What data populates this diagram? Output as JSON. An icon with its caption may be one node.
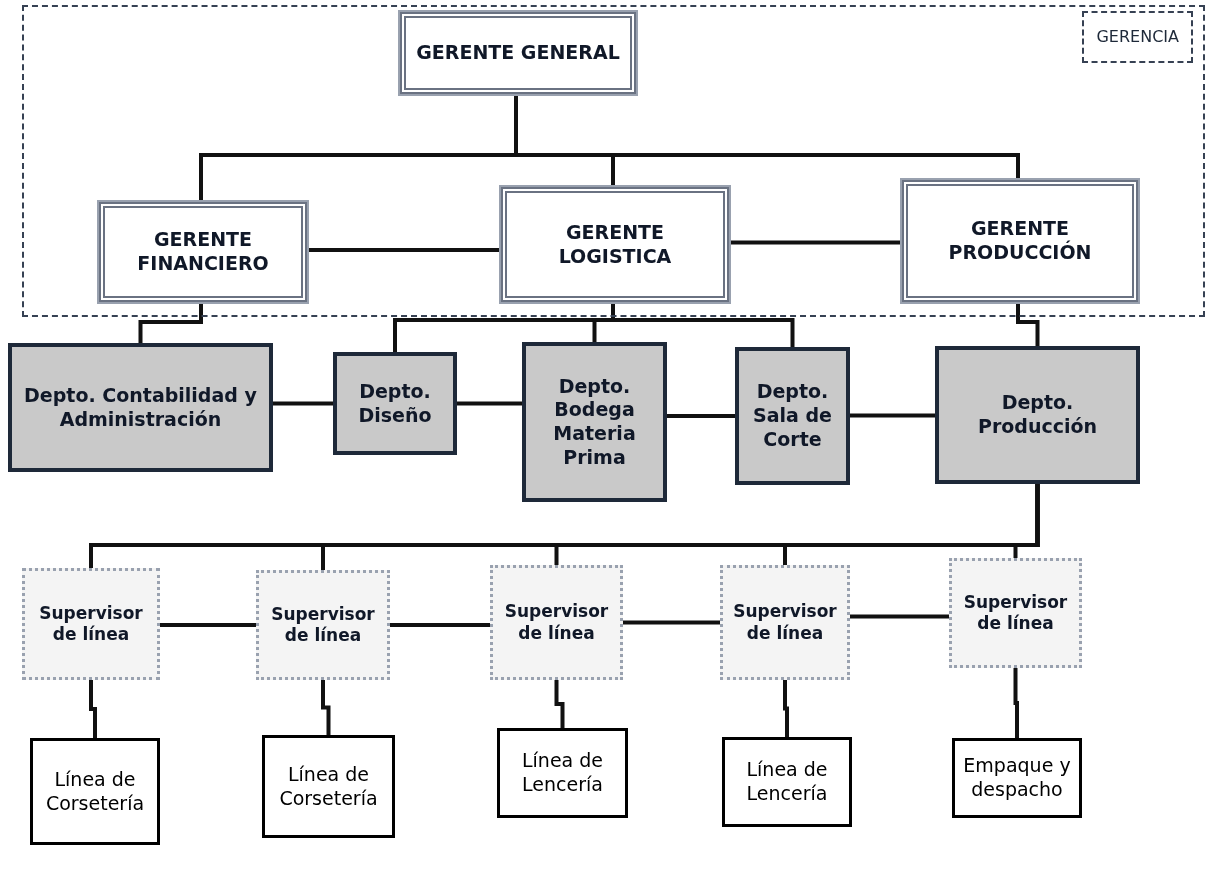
{
  "diagram": {
    "nodes": [
      {
        "text": [
          "GERENCIA"
        ]
      },
      {
        "text": [
          "GERENTE GENERAL"
        ],
        "in": 0
      },
      {
        "text": [
          "GERENTE FINANCIERO"
        ],
        "in": 0
      },
      {
        "text": [
          "GERENTE LOGISTICA"
        ],
        "in": 0
      },
      {
        "text": [
          "GERENTE PRODUCCIÓN"
        ],
        "in": 0
      },
      {
        "text": [
          "Depto. Contabilidad y Administración"
        ]
      },
      {
        "text": [
          "Depto. Diseño"
        ]
      },
      {
        "text": [
          "Depto. Bodega Materia Prima"
        ]
      },
      {
        "text": [
          "Depto. Sala de Corte"
        ]
      },
      {
        "text": [
          "Depto. Producción"
        ]
      },
      {
        "text": [
          "Supervisor de línea"
        ]
      },
      {
        "text": [
          "Supervisor de línea"
        ]
      },
      {
        "text": [
          "Supervisor de línea"
        ]
      },
      {
        "text": [
          "Supervisor de línea"
        ]
      },
      {
        "text": [
          "Supervisor de línea"
        ]
      },
      {
        "text": [
          "Línea de Corsetería"
        ]
      },
      {
        "text": [
          "Línea de Corsetería"
        ]
      },
      {
        "text": [
          "Línea de Lencería"
        ]
      },
      {
        "text": [
          "Línea de Lencería"
        ]
      },
      {
        "text": [
          "Empaque y despacho"
        ]
      }
    ],
    "edges": [
      {
        "from": 1,
        "to": 2,
        "arrow": "none"
      },
      {
        "from": 1,
        "to": 3,
        "arrow": "none"
      },
      {
        "from": 1,
        "to": 4,
        "arrow": "none"
      },
      {
        "from": 2,
        "to": 3,
        "arrow": "none"
      },
      {
        "from": 3,
        "to": 4,
        "arrow": "none"
      },
      {
        "from": 2,
        "to": 5,
        "arrow": "none"
      },
      {
        "from": 3,
        "to": 6,
        "arrow": "none"
      },
      {
        "from": 3,
        "to": 7,
        "arrow": "none"
      },
      {
        "from": 3,
        "to": 8,
        "arrow": "none"
      },
      {
        "from": 5,
        "to": 6,
        "arrow": "none"
      },
      {
        "from": 6,
        "to": 7,
        "arrow": "none"
      },
      {
        "from": 7,
        "to": 8,
        "arrow": "none"
      },
      {
        "from": 8,
        "to": 9,
        "arrow": "none"
      },
      {
        "from": 4,
        "to": 9,
        "arrow": "none"
      },
      {
        "from": 9,
        "to": 10,
        "arrow": "none"
      },
      {
        "from": 9,
        "to": 11,
        "arrow": "none"
      },
      {
        "from": 9,
        "to": 12,
        "arrow": "none"
      },
      {
        "from": 9,
        "to": 13,
        "arrow": "none"
      },
      {
        "from": 9,
        "to": 14,
        "arrow": "none"
      },
      {
        "from": 10,
        "to": 11,
        "arrow": "none"
      },
      {
        "from": 11,
        "to": 12,
        "arrow": "none"
      },
      {
        "from": 12,
        "to": 13,
        "arrow": "none"
      },
      {
        "from": 13,
        "to": 14,
        "arrow": "none"
      },
      {
        "from": 10,
        "to": 15,
        "arrow": "none"
      },
      {
        "from": 11,
        "to": 16,
        "arrow": "none"
      },
      {
        "from": 12,
        "to": 17,
        "arrow": "none"
      },
      {
        "from": 13,
        "to": 18,
        "arrow": "none"
      },
      {
        "from": 14,
        "to": 19,
        "arrow": "none"
      }
    ]
  }
}
